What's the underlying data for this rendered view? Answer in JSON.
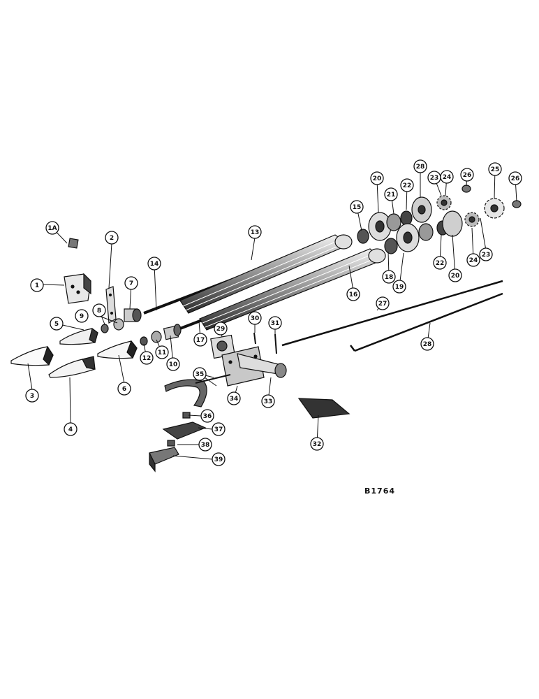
{
  "figure_code": "B1764",
  "callouts": [
    {
      "id": "c-1a",
      "label": "1A"
    },
    {
      "id": "c-1",
      "label": "1"
    },
    {
      "id": "c-2",
      "label": "2"
    },
    {
      "id": "c-3",
      "label": "3"
    },
    {
      "id": "c-4",
      "label": "4"
    },
    {
      "id": "c-5",
      "label": "5"
    },
    {
      "id": "c-6",
      "label": "6"
    },
    {
      "id": "c-7",
      "label": "7"
    },
    {
      "id": "c-8",
      "label": "8"
    },
    {
      "id": "c-9",
      "label": "9"
    },
    {
      "id": "c-10",
      "label": "10"
    },
    {
      "id": "c-11",
      "label": "11"
    },
    {
      "id": "c-12",
      "label": "12"
    },
    {
      "id": "c-13",
      "label": "13"
    },
    {
      "id": "c-14",
      "label": "14"
    },
    {
      "id": "c-15",
      "label": "15"
    },
    {
      "id": "c-16",
      "label": "16"
    },
    {
      "id": "c-17",
      "label": "17"
    },
    {
      "id": "c-18",
      "label": "18"
    },
    {
      "id": "c-19",
      "label": "19"
    },
    {
      "id": "c-20a",
      "label": "20"
    },
    {
      "id": "c-20b",
      "label": "20"
    },
    {
      "id": "c-21",
      "label": "21"
    },
    {
      "id": "c-22a",
      "label": "22"
    },
    {
      "id": "c-22b",
      "label": "22"
    },
    {
      "id": "c-23a",
      "label": "23"
    },
    {
      "id": "c-23b",
      "label": "23"
    },
    {
      "id": "c-24a",
      "label": "24"
    },
    {
      "id": "c-24b",
      "label": "24"
    },
    {
      "id": "c-25",
      "label": "25"
    },
    {
      "id": "c-26a",
      "label": "26"
    },
    {
      "id": "c-26b",
      "label": "26"
    },
    {
      "id": "c-27",
      "label": "27"
    },
    {
      "id": "c-28a",
      "label": "28"
    },
    {
      "id": "c-28b",
      "label": "28"
    },
    {
      "id": "c-29",
      "label": "29"
    },
    {
      "id": "c-30",
      "label": "30"
    },
    {
      "id": "c-31",
      "label": "31"
    },
    {
      "id": "c-32",
      "label": "32"
    },
    {
      "id": "c-33",
      "label": "33"
    },
    {
      "id": "c-34",
      "label": "34"
    },
    {
      "id": "c-35",
      "label": "35"
    },
    {
      "id": "c-36",
      "label": "36"
    },
    {
      "id": "c-37",
      "label": "37"
    },
    {
      "id": "c-38",
      "label": "38"
    },
    {
      "id": "c-39",
      "label": "39"
    }
  ]
}
